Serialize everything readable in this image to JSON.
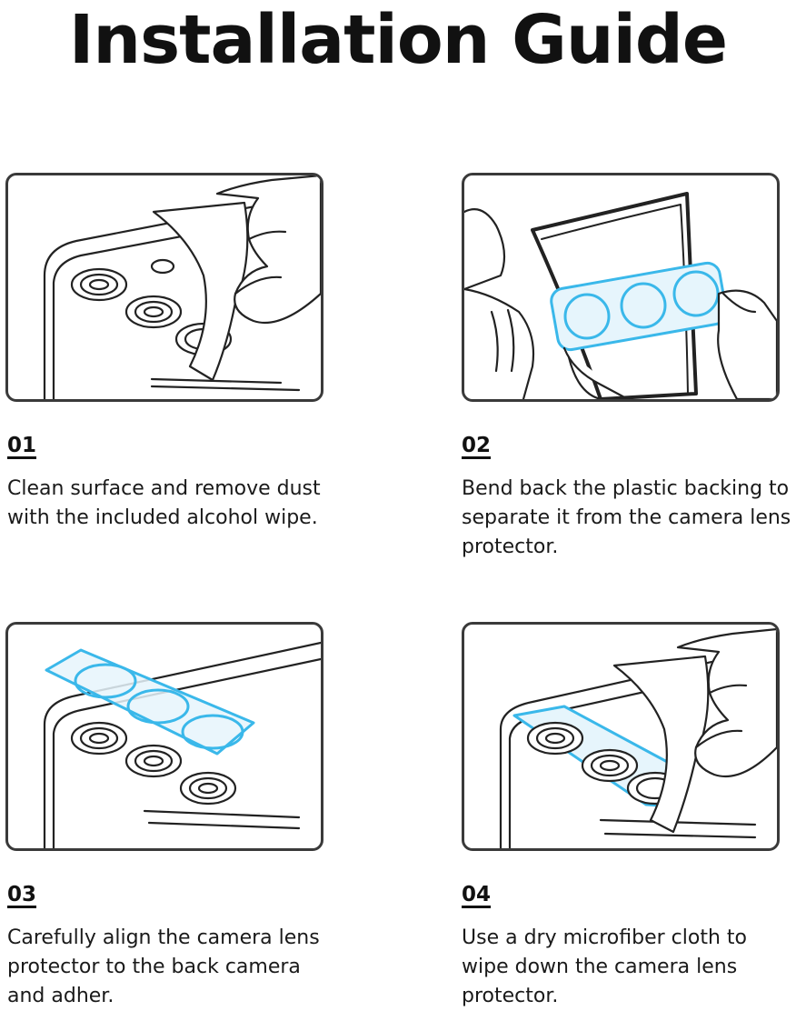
{
  "title": "Installation Guide",
  "accent_color": "#3ab8ea",
  "steps": [
    {
      "number": "01",
      "text": "Clean surface and remove dust with the included alcohol wipe."
    },
    {
      "number": "02",
      "text": "Bend back the plastic backing to separate it from the camera lens protector."
    },
    {
      "number": "03",
      "text": "Carefully align the camera lens protector to the back camera and adher."
    },
    {
      "number": "04",
      "text": "Use a dry microfiber cloth to wipe down the camera lens protector."
    }
  ]
}
